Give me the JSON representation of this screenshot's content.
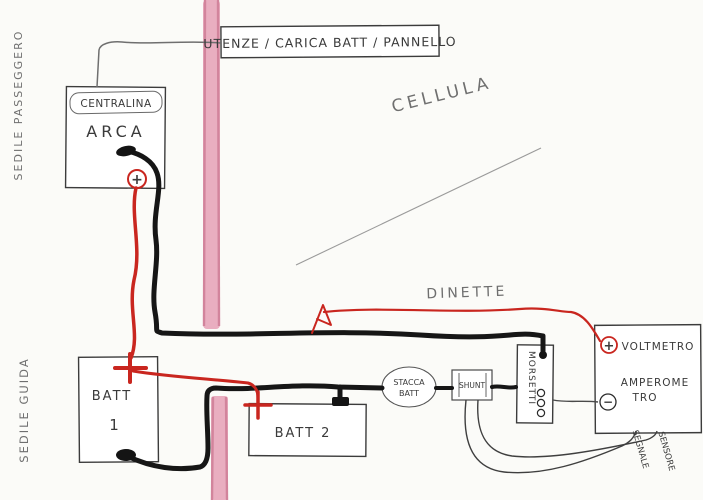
{
  "labels": {
    "seat_passenger": "SEDILE PASSEGGERO",
    "seat_driver": "SEDILE GUIDA",
    "utilities_box": "UTENZE / CARICA BATT / PANNELLO",
    "controller_name": "CENTRALINA",
    "controller_brand": "ARCA",
    "cell_area": "CELLULA",
    "dinette_area": "DINETTE",
    "battery1_word": "BATT",
    "battery1_number": "1",
    "battery2": "BATT 2",
    "disconnect_word1": "STACCA",
    "disconnect_word2": "BATT",
    "shunt": "SHUNT",
    "terminal_block": "MORSETTI",
    "voltmeter": "VOLTMETRO",
    "ammeter_word1": "AMPEROME",
    "ammeter_word2": "TRO",
    "wire_signal": "SEGNALE",
    "wire_sensor": "SENSORE",
    "plus": "+",
    "minus": "−"
  },
  "colors": {
    "paper": "#fbfbf8",
    "wall_pink": "#e9aec0",
    "wall_pink_edge": "#d2849c",
    "wire_black": "#161616",
    "wire_red": "#c9261f",
    "ink": "#3c3c3c",
    "pencil": "#8f8f8f"
  }
}
